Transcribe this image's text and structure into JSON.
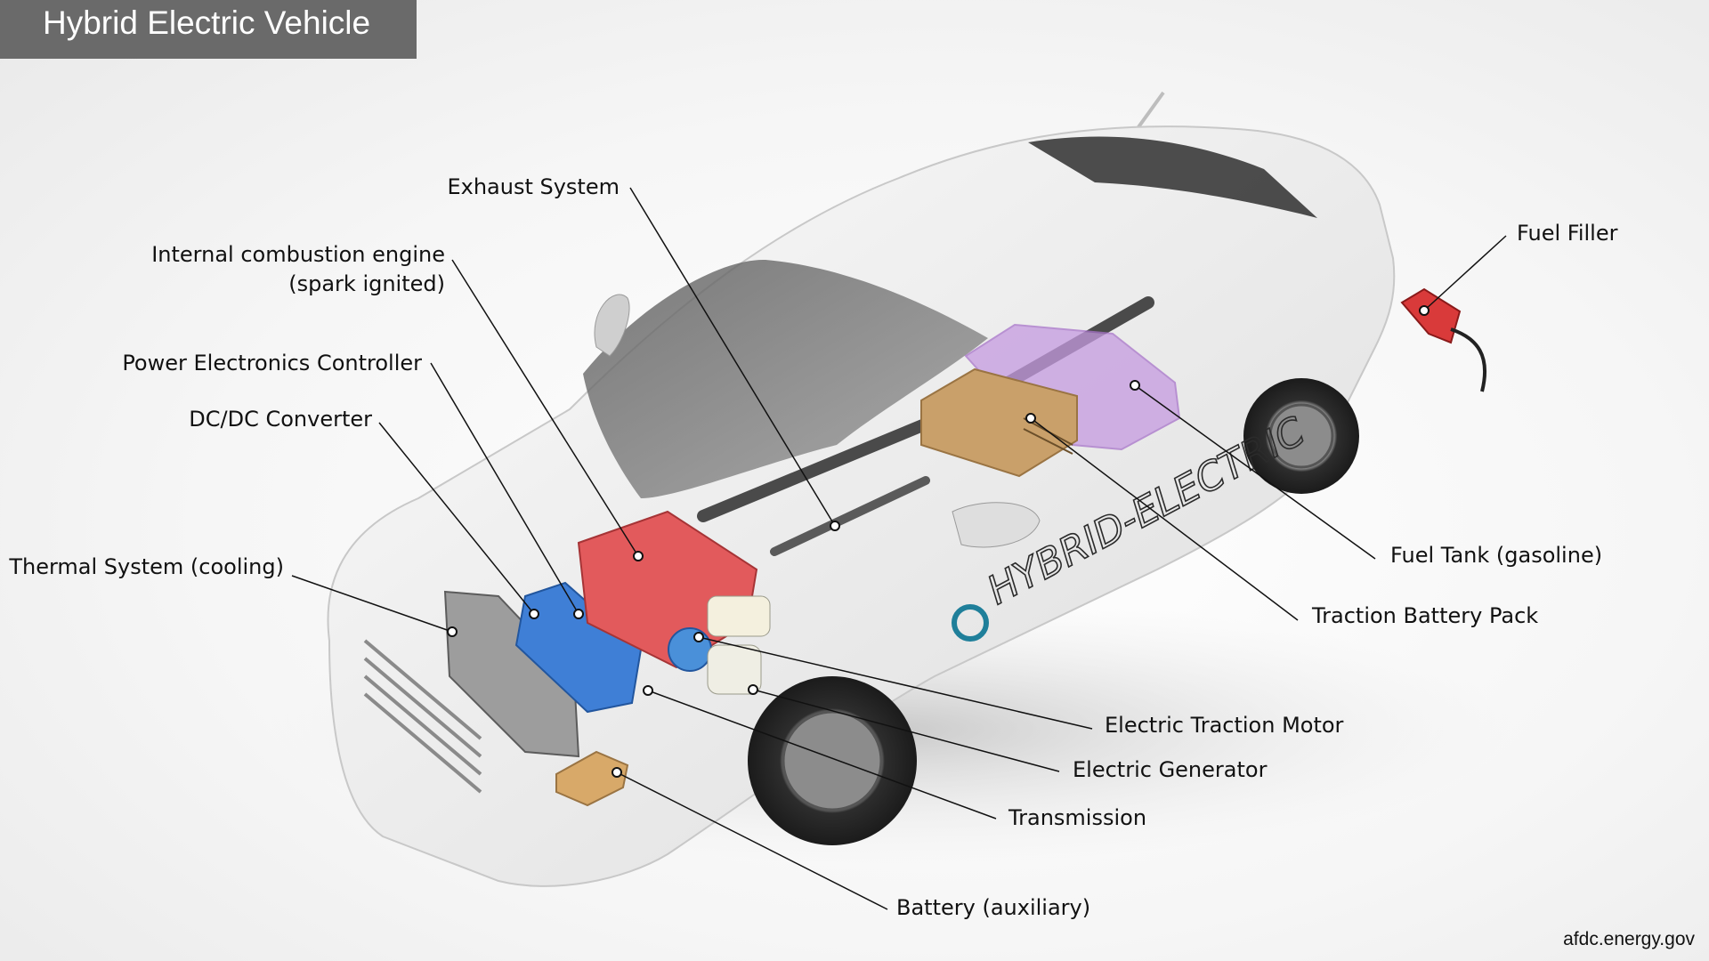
{
  "title": "Hybrid Electric Vehicle",
  "source": "afdc.energy.gov",
  "car_livery": "HYBRID-ELECTRIC",
  "colors": {
    "title_bar": "#6a6a6a",
    "engine": "#e25a5c",
    "power_electronics": "#3f7fd6",
    "fuel_tank": "#c59be0",
    "traction_battery": "#c9a06a",
    "auxiliary_battery": "#d8a969",
    "electric_motor": "#4a90d9",
    "body": "#f3f3f3"
  },
  "callouts": {
    "exhaust_system": "Exhaust System",
    "ice_line1": "Internal combustion engine",
    "ice_line2": "(spark ignited)",
    "power_electronics_controller": "Power Electronics Controller",
    "dcdc_converter": "DC/DC Converter",
    "thermal_system": "Thermal System (cooling)",
    "fuel_filler": "Fuel Filler",
    "fuel_tank": "Fuel Tank (gasoline)",
    "traction_battery_pack": "Traction Battery Pack",
    "electric_traction_motor": "Electric Traction Motor",
    "electric_generator": "Electric Generator",
    "transmission": "Transmission",
    "battery_auxiliary": "Battery (auxiliary)"
  }
}
